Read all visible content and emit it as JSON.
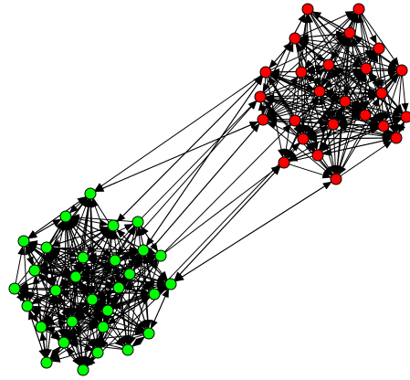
{
  "graph": {
    "type": "directed-network",
    "clusters": [
      {
        "name": "red",
        "color": "#ff0000",
        "node_count": 25
      },
      {
        "name": "green",
        "color": "#00ff00",
        "node_count": 30
      }
    ],
    "colors": {
      "node_red": "#ff0000",
      "node_green": "#00ff00",
      "node_stroke": "#000000",
      "edge": "#000000",
      "background": "#ffffff"
    }
  }
}
